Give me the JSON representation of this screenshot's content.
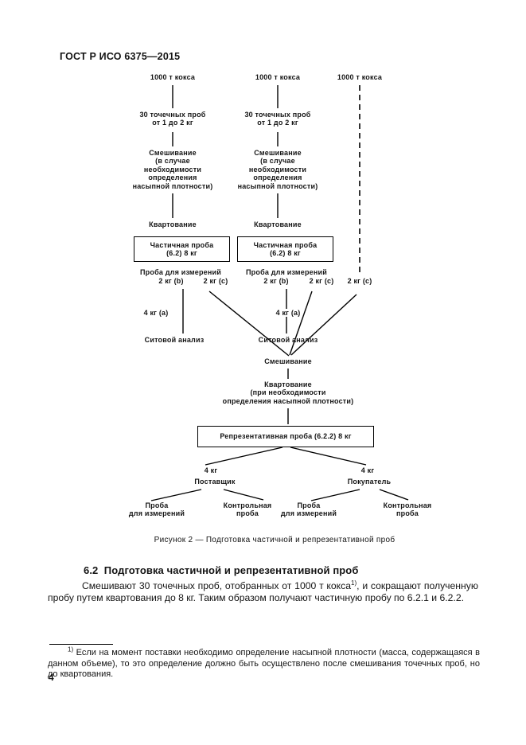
{
  "header": {
    "doc_number": "ГОСТ Р ИСО 6375—2015"
  },
  "flowchart": {
    "source": "1000 т кокса",
    "increments": [
      "30 точечных проб",
      "от 1 до 2 кг"
    ],
    "mixing_conditional": [
      "Смешивание",
      "(в случае",
      "необходимости",
      "определения",
      "насыпной плотности)"
    ],
    "quartering": "Квартование",
    "partial_sample": [
      "Частичная проба",
      "(6.2) 8 кг"
    ],
    "measurement_sample": "Проба для измерений",
    "kg_2b": "2 кг (b)",
    "kg_2c": "2 кг (c)",
    "kg_4a": "4 кг (a)",
    "sieve_analysis": "Ситовой анализ",
    "mixing": "Смешивание",
    "quartering_conditional": [
      "Квартование",
      "(при необходимости",
      "определения насыпной плотности)"
    ],
    "representative_sample": "Репрезентативная проба (6.2.2) 8 кг",
    "kg_4": "4 кг",
    "supplier": "Поставщик",
    "buyer": "Покупатель",
    "sample_for_measurements": [
      "Проба",
      "для измерений"
    ],
    "control_sample": [
      "Контрольная",
      "проба"
    ]
  },
  "figure_caption": "Рисунок 2 — Подготовка частичной и репрезентативной проб",
  "section": {
    "heading": "6.2  Подготовка частичной и репрезентативной проб",
    "paragraph_before_sup": "Смешивают 30 точечных проб, отобранных от 1000 т кокса",
    "paragraph_sup": "1)",
    "paragraph_after_sup": ", и сокращают полученную пробу путем квартования до 8 кг. Таким образом получают частичную пробу по 6.2.1 и 6.2.2."
  },
  "footnote": {
    "sup": "1)",
    "text": " Если на момент поставки необходимо определение насыпной плотности (масса, содержащаяся в данном объеме), то это определение должно быть осуществлено после смешивания точечных проб, но до квартования."
  },
  "page_number": "4"
}
